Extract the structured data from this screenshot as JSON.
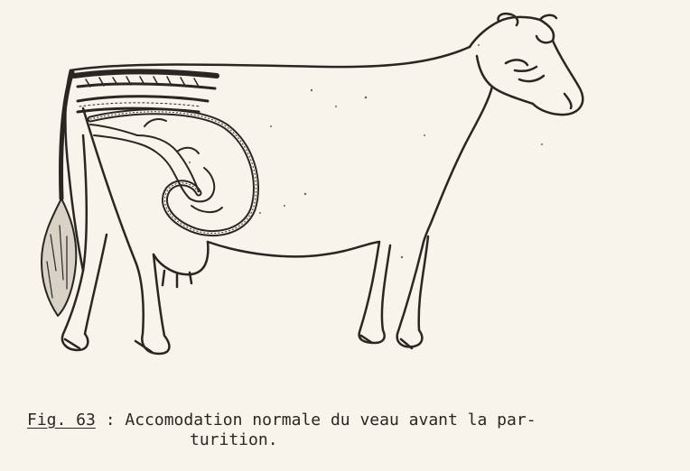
{
  "caption": {
    "figure_label": "Fig. 63",
    "separator": " : ",
    "text_line1": "Accomodation normale du veau avant la par-",
    "text_line2": "turition."
  },
  "colors": {
    "background": "#f7f4ec",
    "ink": "#2a2622"
  }
}
